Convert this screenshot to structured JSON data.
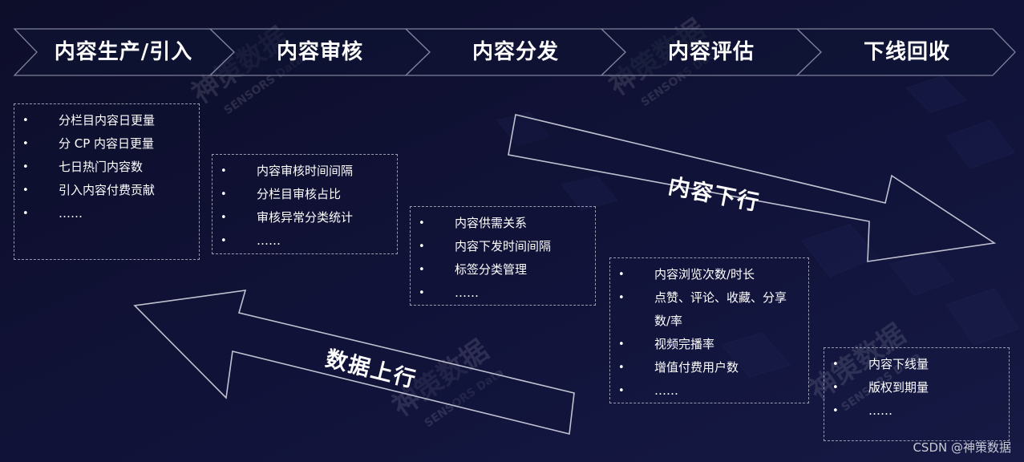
{
  "stages": [
    {
      "label": "内容生产/引入"
    },
    {
      "label": "内容审核"
    },
    {
      "label": "内容分发"
    },
    {
      "label": "内容评估"
    },
    {
      "label": "下线回收"
    }
  ],
  "boxes": [
    {
      "items": [
        "分栏目内容日更量",
        "分 CP 内容日更量",
        "七日热门内容数",
        "引入内容付费贡献",
        "……"
      ]
    },
    {
      "items": [
        "内容审核时间间隔",
        "分栏目审核占比",
        "审核异常分类统计",
        "……"
      ]
    },
    {
      "items": [
        "内容供需关系",
        "内容下发时间间隔",
        "标签分类管理",
        "……"
      ]
    },
    {
      "items": [
        "内容浏览次数/时长",
        "点赞、评论、收藏、分享",
        "数/率",
        "视频完播率",
        "增值付费用户数",
        "……"
      ]
    },
    {
      "items": [
        "内容下线量",
        "版权到期量",
        "……"
      ]
    }
  ],
  "arrows": {
    "down_label": "内容下行",
    "up_label": "数据上行"
  },
  "watermark": {
    "brand": "神策数据",
    "brand_en": "SENSORS Data"
  },
  "footer": "CSDN @神策数据",
  "colors": {
    "background": "#0e0f2c",
    "outline": "#7f819a",
    "text": "#ffffff"
  }
}
